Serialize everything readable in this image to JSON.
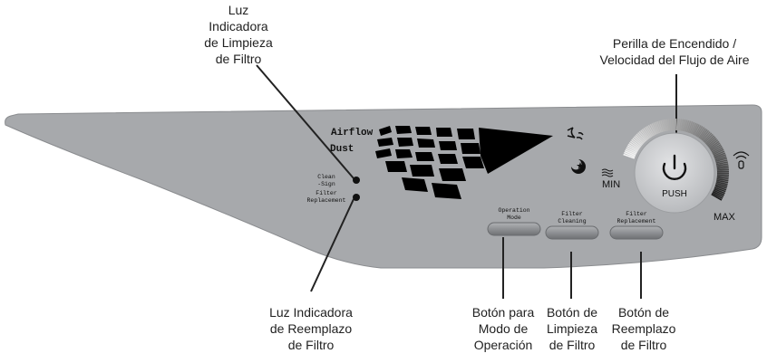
{
  "callouts": {
    "filter_cleaning_light": [
      "Luz",
      "Indicadora",
      "de Limpieza",
      "de Filtro"
    ],
    "power_knob": [
      "Perilla de Encendido /",
      "Velocidad del Flujo de Aire"
    ],
    "filter_replacement_light": [
      "Luz Indicadora",
      "de Reemplazo",
      "de Filtro"
    ],
    "operation_mode_button": [
      "Botón para",
      "Modo de",
      "Operación"
    ],
    "filter_cleaning_button": [
      "Botón de",
      "Limpieza",
      "de Filtro"
    ],
    "filter_replacement_button": [
      "Botón de",
      "Reemplazo",
      "de Filtro"
    ]
  },
  "panel": {
    "airflow_label": "Airflow",
    "dust_label": "Dust",
    "clean_sign_label": [
      "Clean",
      "-Sign"
    ],
    "filter_replacement_label": [
      "Filter",
      "Replacement"
    ],
    "operation_mode_label": [
      "Operation",
      "Mode"
    ],
    "filter_cleaning_label": [
      "Filter",
      "Cleaning"
    ],
    "filter_replacement_btn_label": [
      "Filter",
      "Replacement"
    ],
    "knob_label": "PUSH",
    "min_label": "MIN",
    "max_label": "MAX"
  },
  "icons": [
    "wind-icon",
    "moon-star-icon",
    "power-icon",
    "remote-signal-icon",
    "airflow-waves-icon"
  ],
  "colors": {
    "panel": "#a7a9ac",
    "panel_edge": "#8a8c8f",
    "display": "#000000",
    "knob": "#cfd0d2",
    "button": "#8d8f92"
  }
}
